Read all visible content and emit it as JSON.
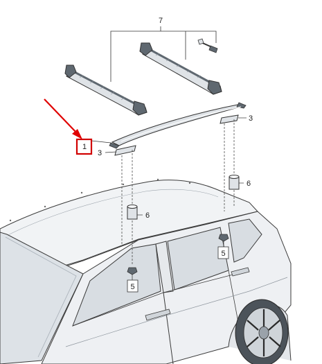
{
  "diagram": {
    "callouts": {
      "roof_rail": "1",
      "pad_left": "3",
      "pad_right": "3",
      "crossbar_set": "7",
      "spacer_left": "6",
      "spacer_right": "6",
      "nut_left": "5",
      "nut_right": "5"
    },
    "colors": {
      "highlight_box": "#d10000",
      "arrow": "#e00000",
      "part_fill": "#dfe3e7",
      "part_dark": "#5f6870",
      "line": "#333333",
      "car_fill": "#eef0f3",
      "glass": "#d8dde2"
    }
  }
}
